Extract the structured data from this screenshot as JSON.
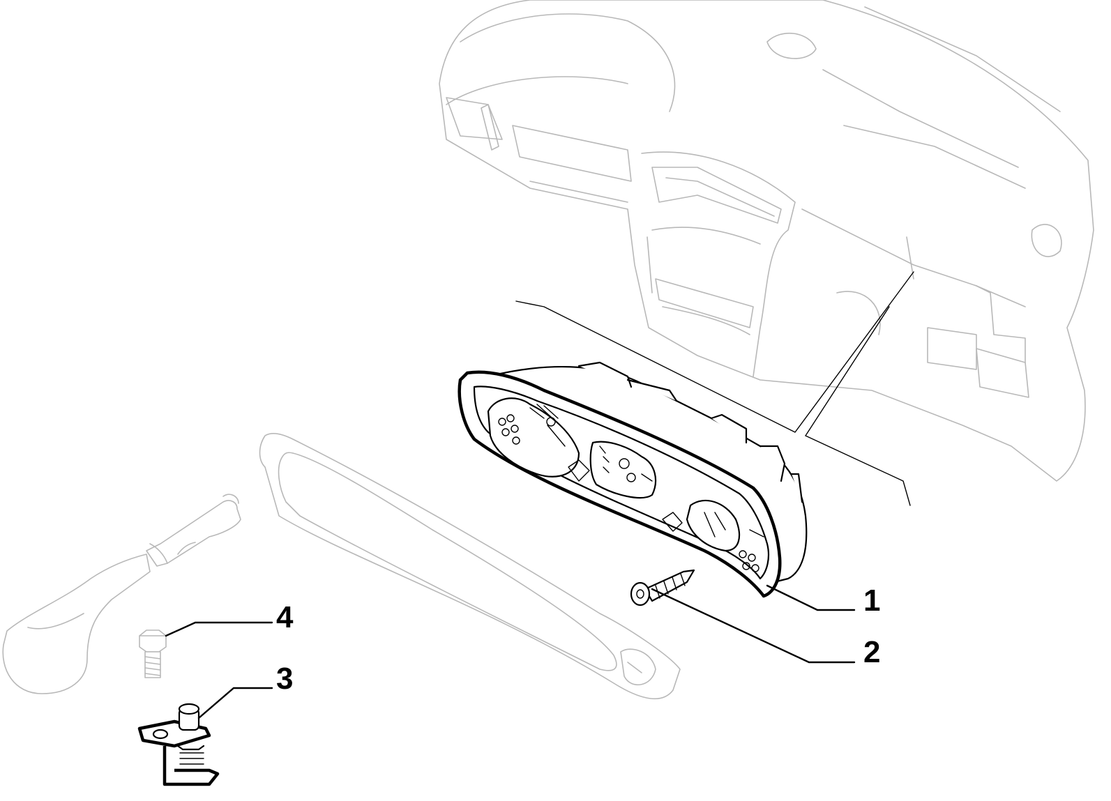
{
  "callouts": [
    {
      "id": "1",
      "label": "1"
    },
    {
      "id": "2",
      "label": "2"
    },
    {
      "id": "3",
      "label": "3"
    },
    {
      "id": "4",
      "label": "4"
    }
  ],
  "colors": {
    "part_stroke": "#000000",
    "context_stroke": "#b8b8b8",
    "background": "#ffffff"
  }
}
